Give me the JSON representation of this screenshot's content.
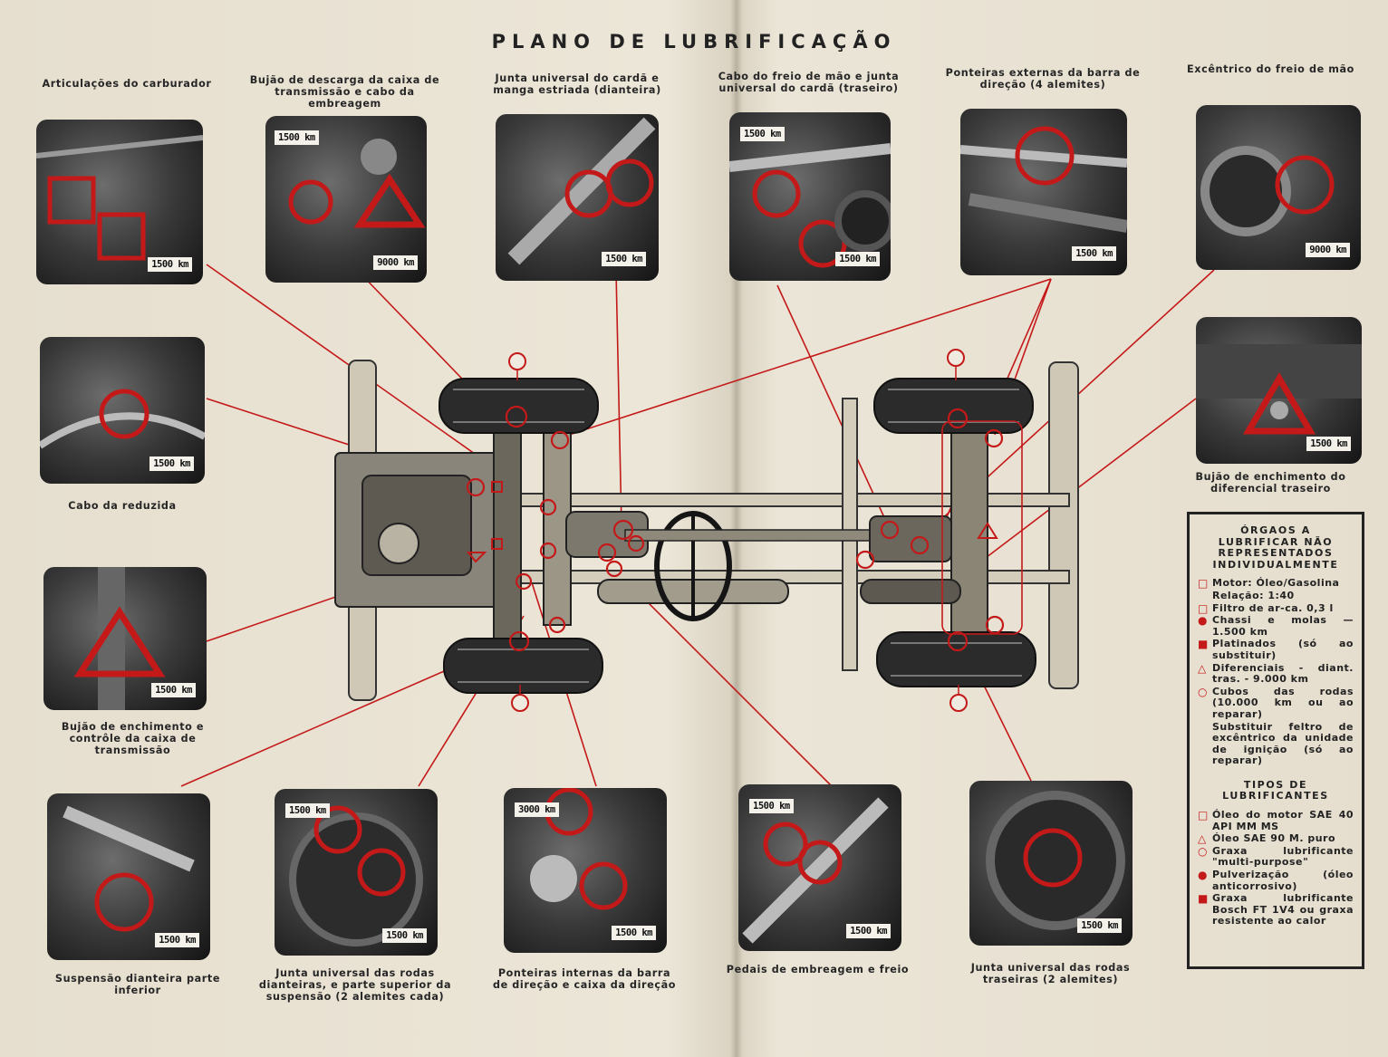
{
  "title": "PLANO DE LUBRIFICAÇÃO",
  "accent_color": "#c41919",
  "callouts": [
    {
      "id": "carburador",
      "label": "Articulações do carburador",
      "km": "1500 km"
    },
    {
      "id": "bujao_descarga",
      "label": "Bujão de descarga da caixa de transmissão e cabo da embreagem",
      "km_top": "1500 km",
      "km": "9000 km"
    },
    {
      "id": "junta_dianteira",
      "label": "Junta universal do cardã e manga estriada (dianteira)",
      "km": "1500 km"
    },
    {
      "id": "freio_mao_cabo",
      "label": "Cabo do freio de mão e junta universal do cardã (traseiro)",
      "km_top": "1500 km",
      "km": "1500 km"
    },
    {
      "id": "ponteiras_externas",
      "label": "Ponteiras externas da barra de direção (4 alemites)",
      "km": "1500 km"
    },
    {
      "id": "excentrico",
      "label": "Excêntrico do freio de mão",
      "km": "9000 km"
    },
    {
      "id": "reduzida",
      "label": "Cabo da reduzida",
      "km": "1500 km"
    },
    {
      "id": "diferencial_traseiro",
      "label": "Bujão de enchimento do diferencial traseiro",
      "km": "1500 km"
    },
    {
      "id": "caixa_transmissao",
      "label": "Bujão de enchimento e contrôle da caixa de transmissão",
      "km": "1500 km"
    },
    {
      "id": "suspensao",
      "label": "Suspensão dianteira parte inferior",
      "km": "1500 km"
    },
    {
      "id": "juntas_dianteiras",
      "label": "Junta universal das rodas dianteiras, e parte superior da suspensão (2 alemites cada)",
      "km_top": "1500 km",
      "km": "1500 km"
    },
    {
      "id": "ponteiras_internas",
      "label": "Ponteiras internas da barra de direção e caixa da direção",
      "km_top": "3000 km",
      "km": "1500 km"
    },
    {
      "id": "pedais",
      "label": "Pedais de embreagem e freio",
      "km_top": "1500 km",
      "km": "1500 km"
    },
    {
      "id": "juntas_traseiras",
      "label": "Junta universal das rodas traseiras (2 alemites)",
      "km": "1500 km"
    }
  ],
  "legend": {
    "heading1": "ÓRGAOS A LUBRIFICAR NÃO REPRESENTADOS INDIVIDUALMENTE",
    "items1": [
      {
        "sym": "square",
        "text": "Motor: Óleo/Gasolina"
      },
      {
        "sym": "none",
        "text": "Relação: 1:40"
      },
      {
        "sym": "square",
        "text": "Filtro de ar-ca. 0,3 l"
      },
      {
        "sym": "dot",
        "text": "Chassi e molas — 1.500 km"
      },
      {
        "sym": "filled_square",
        "text": "Platinados (só ao substituir)"
      },
      {
        "sym": "triangle",
        "text": "Diferenciais - diant. tras. - 9.000 km"
      },
      {
        "sym": "circle",
        "text": "Cubos das rodas (10.000 km ou ao reparar)"
      },
      {
        "sym": "none",
        "text": "Substituir feltro de excêntrico da unidade de ignição (só ao reparar)"
      }
    ],
    "heading2": "TIPOS DE LUBRIFICANTES",
    "items2": [
      {
        "sym": "square",
        "text": "Óleo do motor SAE 40 API MM MS"
      },
      {
        "sym": "triangle",
        "text": "Óleo SAE 90 M. puro"
      },
      {
        "sym": "circle",
        "text": "Graxa lubrificante \"multi-purpose\""
      },
      {
        "sym": "dot",
        "text": "Pulverização (óleo anticorrosivo)"
      },
      {
        "sym": "filled_square",
        "text": "Graxa lubrificante Bosch FT 1V4 ou graxa resistente ao calor"
      }
    ]
  }
}
